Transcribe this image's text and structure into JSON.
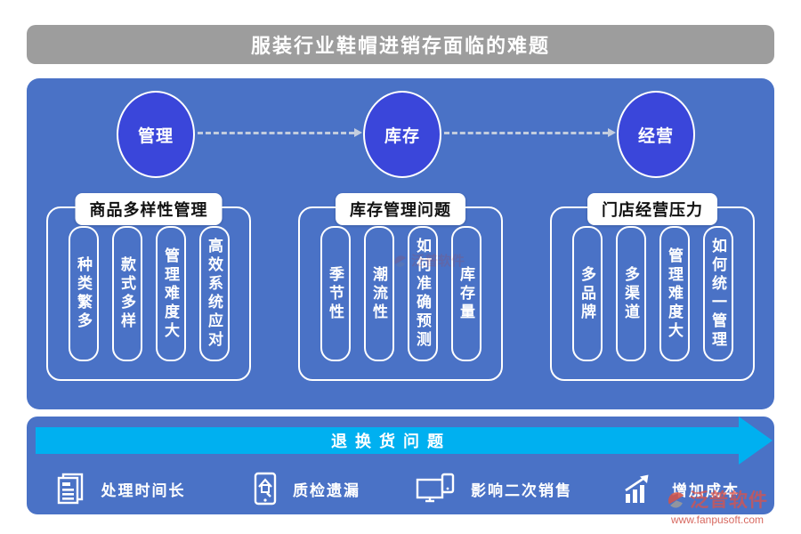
{
  "title": "服装行业鞋帽进销存面临的难题",
  "colors": {
    "title_bar_gray": "#9d9d9d",
    "panel_blue": "#4a72c6",
    "circle_blue": "#3a46da",
    "arrow_cyan": "#00b0f0",
    "text_white": "#ffffff",
    "watermark_red": "#d2544a"
  },
  "circles": [
    {
      "label": "管理"
    },
    {
      "label": "库存"
    },
    {
      "label": "经营"
    }
  ],
  "sections": [
    {
      "title": "商品多样性管理",
      "items": [
        "种类繁多",
        "款式多样",
        "管理难度大",
        "高效系统应对"
      ]
    },
    {
      "title": "库存管理问题",
      "items": [
        "季节性",
        "潮流性",
        "如何准确预测",
        "库存量"
      ]
    },
    {
      "title": "门店经营压力",
      "items": [
        "多品牌",
        "多渠道",
        "管理难度大",
        "如何统一管理"
      ]
    }
  ],
  "bottom": {
    "arrow_label": "退换货问题",
    "items": [
      {
        "icon": "documents-icon",
        "label": "处理时间长"
      },
      {
        "icon": "phone-house-icon",
        "label": "质检遗漏"
      },
      {
        "icon": "devices-icon",
        "label": "影响二次销售"
      },
      {
        "icon": "growth-chart-icon",
        "label": "增加成本"
      }
    ]
  },
  "watermark": {
    "brand": "泛普软件",
    "url": "www.fanpusoft.com"
  }
}
